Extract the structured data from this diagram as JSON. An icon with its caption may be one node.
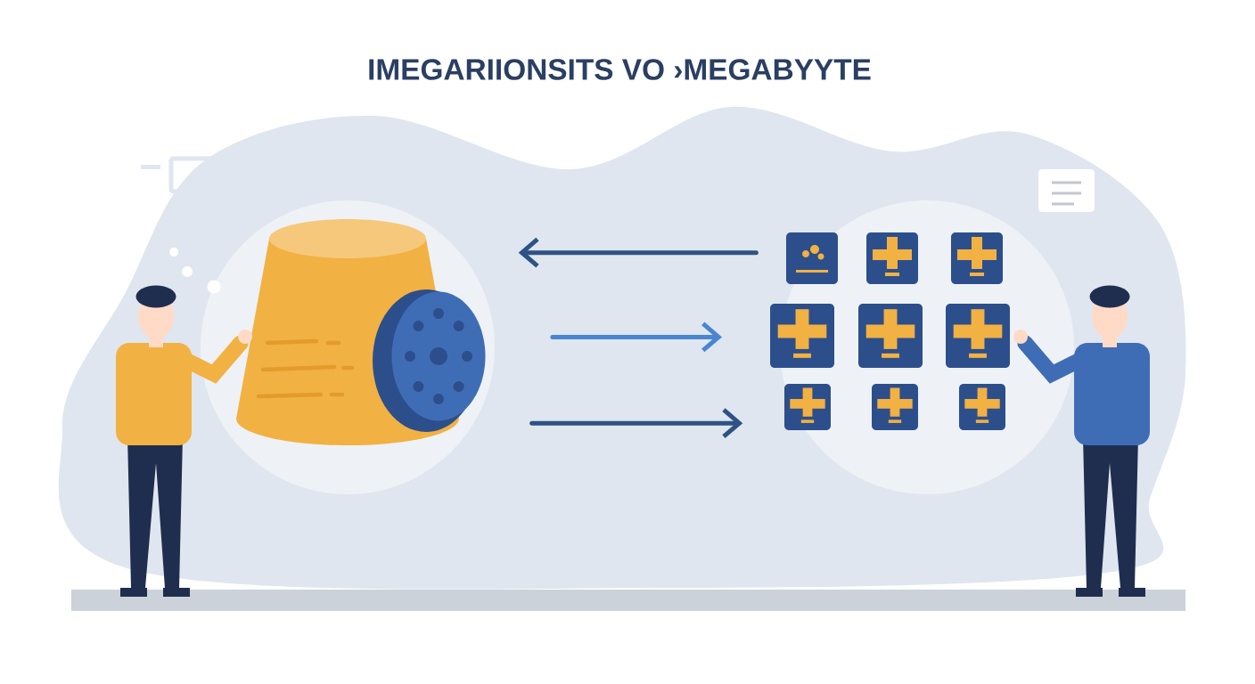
{
  "diagram": {
    "title": "IMEGARIIONSITS VO ›MEGABYYTE",
    "nodes": [
      {
        "text": [],
        "shape": "circle"
      },
      {
        "text": [],
        "shape": "circle"
      }
    ],
    "edges": [
      {
        "from": 1,
        "to": 0,
        "arrow": "to"
      },
      {
        "from": 0,
        "to": 1,
        "arrow": "to",
        "color": "#4a86d0"
      },
      {
        "from": 0,
        "to": 1,
        "arrow": "to"
      }
    ]
  }
}
